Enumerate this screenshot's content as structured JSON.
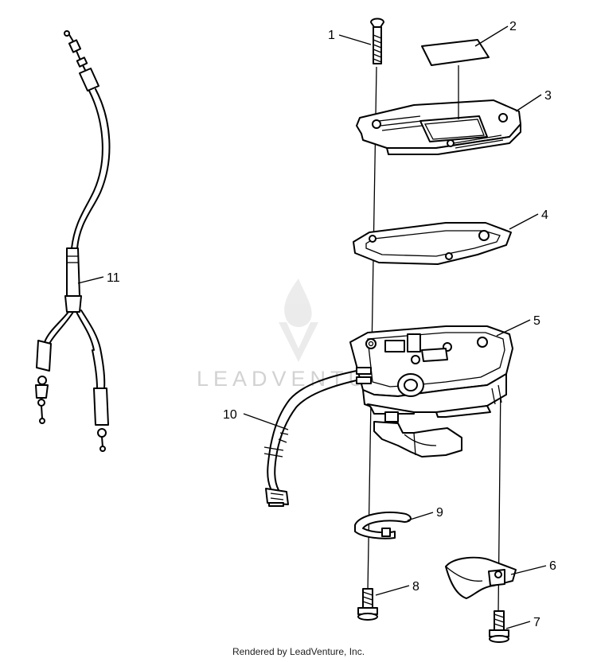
{
  "callouts": [
    {
      "num": "1"
    },
    {
      "num": "2"
    },
    {
      "num": "3"
    },
    {
      "num": "4"
    },
    {
      "num": "5"
    },
    {
      "num": "6"
    },
    {
      "num": "7"
    },
    {
      "num": "8"
    },
    {
      "num": "9"
    },
    {
      "num": "10"
    },
    {
      "num": "11"
    }
  ],
  "watermark": {
    "text": "LEADVENTURE"
  },
  "footer": {
    "text": "Rendered by LeadVenture, Inc."
  }
}
